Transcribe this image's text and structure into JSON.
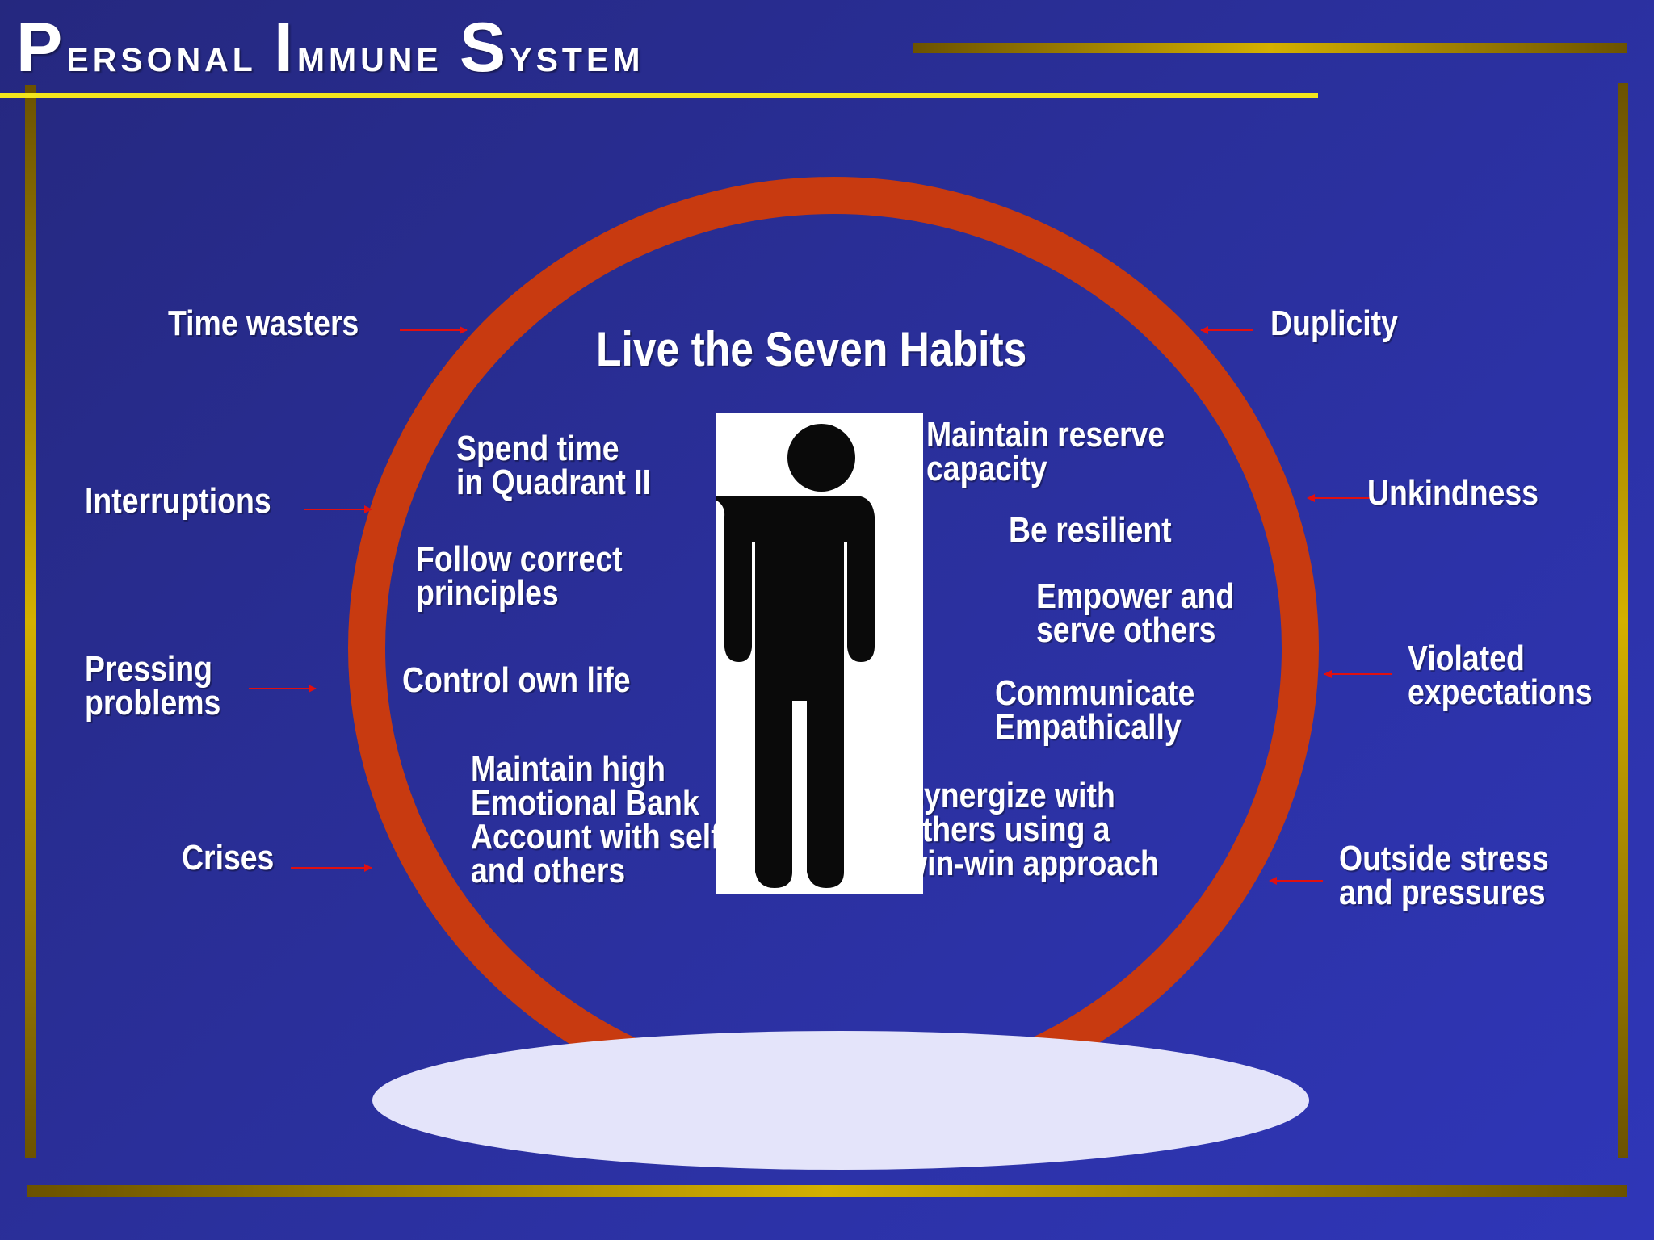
{
  "title": {
    "first": "P",
    "rest1": "ersonal ",
    "second": "I",
    "rest2": "mmune ",
    "third": "S",
    "rest3": "ystem"
  },
  "center_heading": "Live the Seven Habits",
  "threats_left": {
    "time_wasters": "Time wasters",
    "interruptions": "Interruptions",
    "pressing_problems": "Pressing\nproblems",
    "crises": "Crises"
  },
  "threats_right": {
    "duplicity": "Duplicity",
    "unkindness": "Unkindness",
    "violated_expectations": "Violated\nexpectations",
    "outside_stress": "Outside stress\nand pressures"
  },
  "habits_left": {
    "quadrant": "Spend time\nin Quadrant II",
    "principles": "Follow correct\nprinciples",
    "control": "Control own life",
    "emotional_bank": "Maintain high\nEmotional Bank\nAccount with self\nand others"
  },
  "habits_right": {
    "reserve": "Maintain reserve\ncapacity",
    "resilient": "Be resilient",
    "empower": "Empower and\nserve others",
    "communicate": "Communicate\nEmpathically",
    "synergize": "Synergize with\nothers using a\nwin-win approach"
  },
  "colors": {
    "background": "#2a2f9a",
    "ring": "#c83a10",
    "arrow": "#e01010",
    "gold": "#d4b000",
    "yellow_line": "#f3e51c",
    "platform": "#e4e4fa"
  },
  "icons": {
    "person": "person-icon"
  }
}
